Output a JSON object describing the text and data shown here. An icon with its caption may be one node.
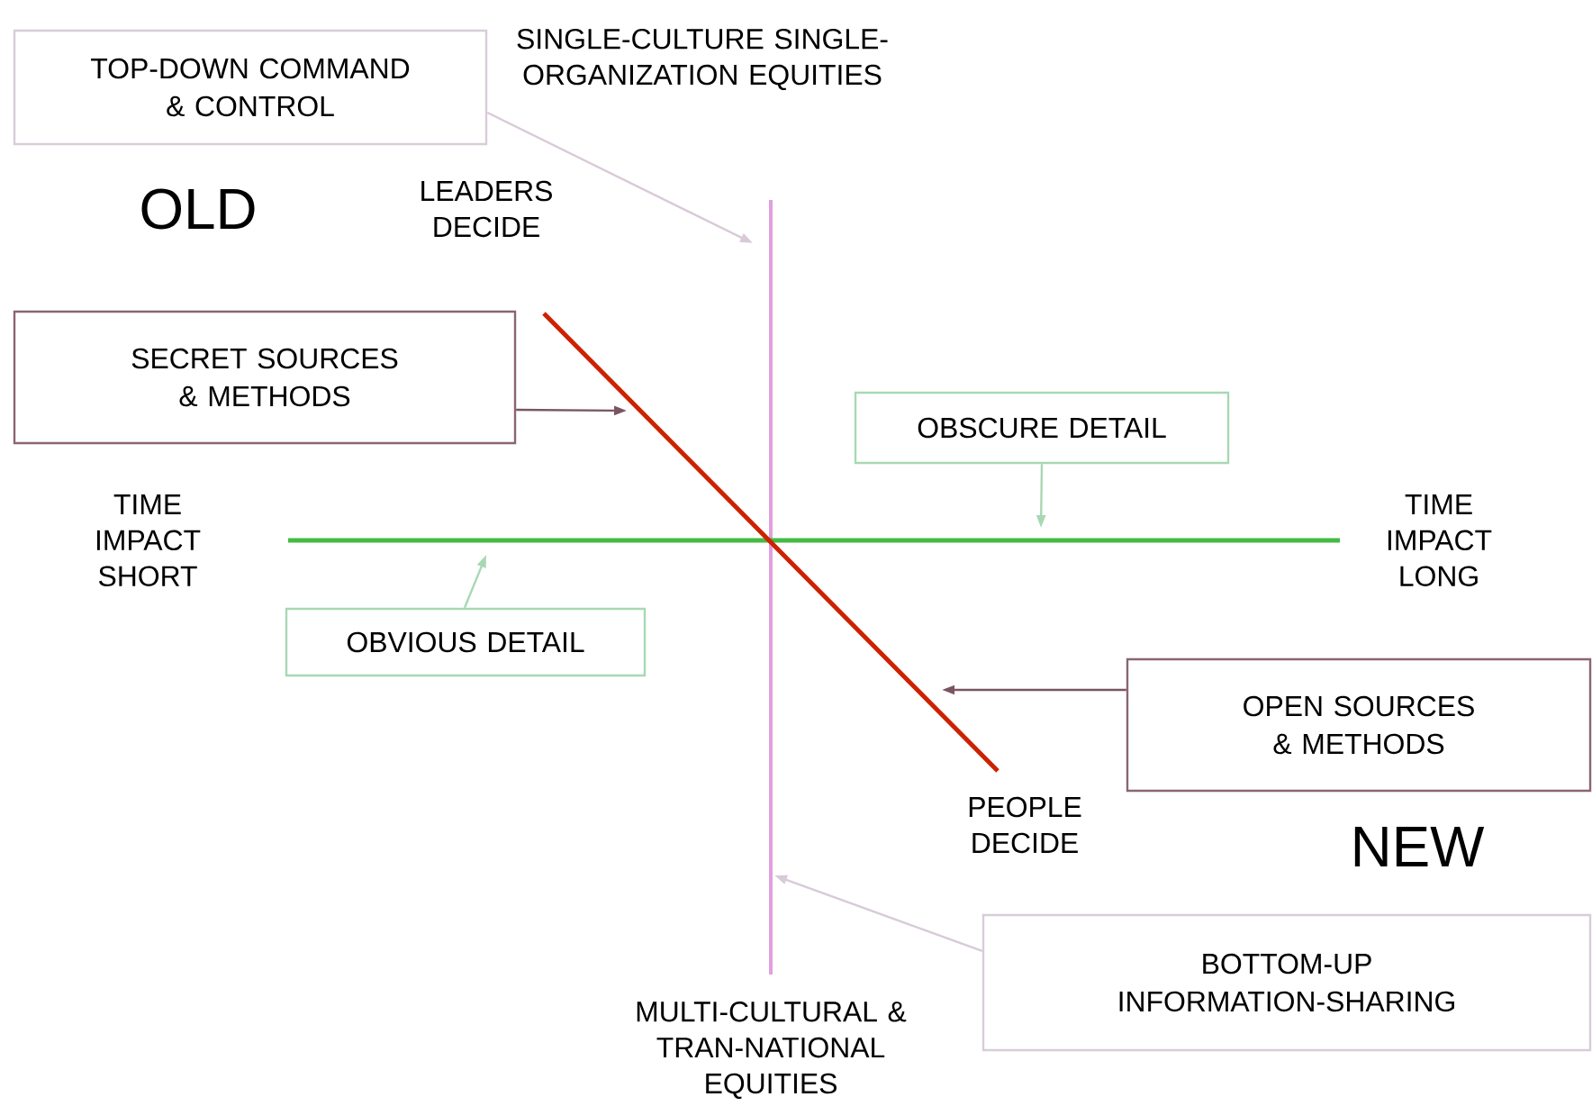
{
  "diagram": {
    "nodes": [
      {
        "text": [
          "TOP-DOWN COMMAND & CONTROL"
        ]
      },
      {
        "text": [
          "SECRET SOURCES & METHODS"
        ]
      },
      {
        "text": [
          "OBSCURE DETAIL"
        ]
      },
      {
        "text": [
          "OBVIOUS DETAIL"
        ]
      },
      {
        "text": [
          "OPEN SOURCES & METHODS"
        ]
      },
      {
        "text": [
          "BOTTOM-UP INFORMATION-SHARING"
        ]
      }
    ],
    "edges": [
      {
        "from": 0,
        "to": null,
        "arrow": "to",
        "color": "#d8cad8"
      },
      {
        "from": 1,
        "to": null,
        "arrow": "to",
        "color": "#7a5560"
      },
      {
        "from": 2,
        "to": null,
        "arrow": "to",
        "color": "#a8d8b4"
      },
      {
        "from": 3,
        "to": null,
        "arrow": "to",
        "color": "#a8d8b4"
      },
      {
        "from": 4,
        "to": null,
        "arrow": "to",
        "color": "#7a5560"
      },
      {
        "from": 5,
        "to": null,
        "arrow": "to",
        "color": "#d8cad8"
      }
    ],
    "labels": [
      "SINGLE-CULTURE SINGLE-ORGANIZATION EQUITIES",
      "OLD",
      "LEADERS DECIDE",
      "TIME IMPACT SHORT",
      "TIME IMPACT LONG",
      "PEOPLE DECIDE",
      "NEW",
      "MULTI-CULTURAL & TRAN-NATIONAL EQUITIES"
    ]
  }
}
